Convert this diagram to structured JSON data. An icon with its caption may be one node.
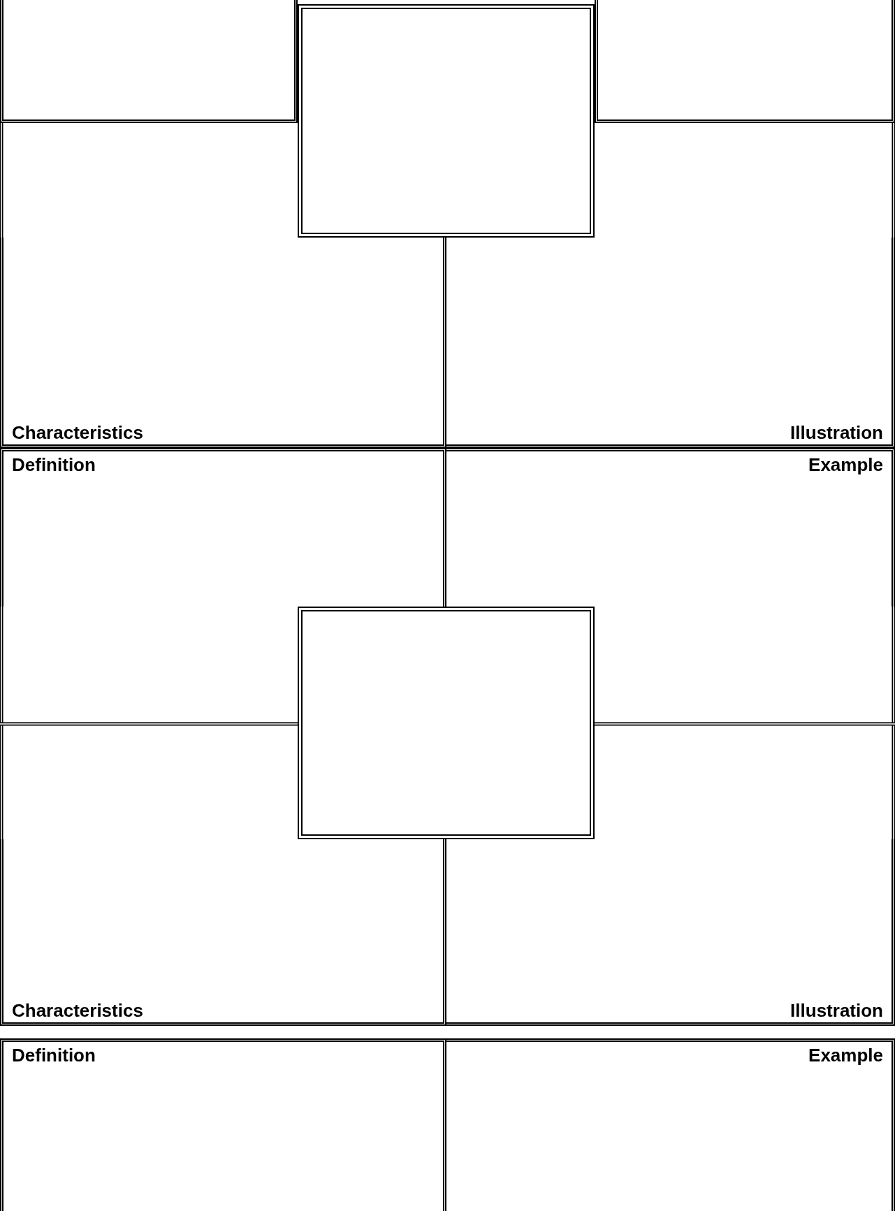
{
  "diagram": {
    "nodes": [
      {
        "text": [],
        "shape": "box"
      },
      {
        "text": [],
        "shape": "box"
      },
      {
        "text": [],
        "shape": "box"
      },
      {
        "text": [
          "Characteristics"
        ]
      },
      {
        "text": [
          "Illustration"
        ]
      },
      {
        "text": [
          "Definition"
        ]
      },
      {
        "text": [
          "Example"
        ]
      },
      {
        "text": [],
        "shape": "box"
      },
      {
        "text": [
          "Characteristics"
        ]
      },
      {
        "text": [
          "Illustration"
        ]
      },
      {
        "text": [
          "Definition"
        ]
      },
      {
        "text": [
          "Example"
        ]
      }
    ]
  }
}
